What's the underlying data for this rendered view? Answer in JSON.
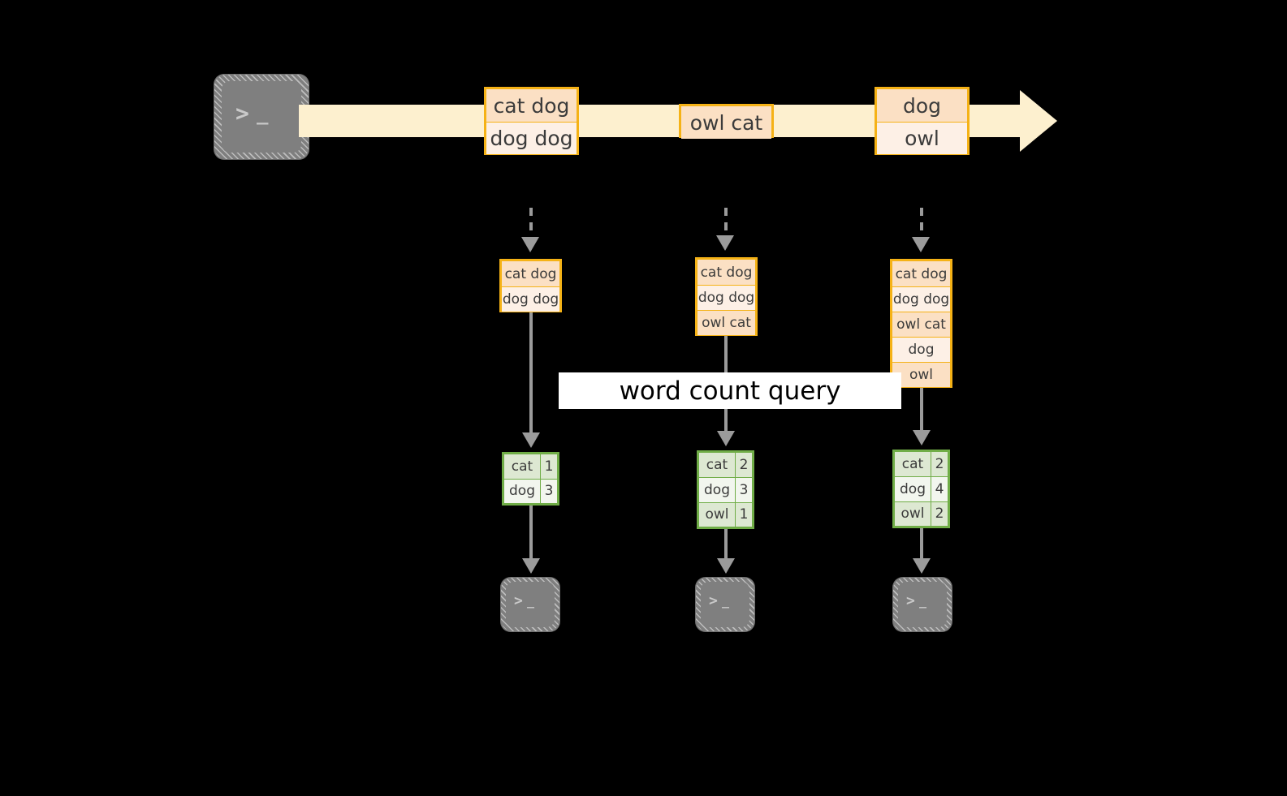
{
  "diagram": {
    "title": "word count query stream processing diagram",
    "colors": {
      "background": "#000000",
      "stream_fill": "#fdf0cf",
      "message_border": "#f5b216",
      "message_fill_light": "#fdf0e6",
      "message_fill_shade": "#fbe0c4",
      "table_border": "#70ad47",
      "table_fill_light": "#f2f6ee",
      "table_fill_shade": "#dde8d2",
      "arrow_gray": "#9b9b9b",
      "terminal_gray": "#7f7f7f",
      "banner_fill": "#ffffff",
      "banner_text": "#000000"
    },
    "source": {
      "icon": "terminal-icon",
      "glyph_prompt": ">",
      "glyph_cursor": "_"
    },
    "stream": {
      "label": "event-stream-arrow",
      "direction": "left-to-right"
    },
    "stream_messages": [
      {
        "id": "msg-group-1",
        "rows": [
          {
            "text": "cat dog",
            "shade": true
          },
          {
            "text": "dog dog",
            "shade": false
          }
        ]
      },
      {
        "id": "msg-group-2",
        "rows": [
          {
            "text": "owl cat",
            "shade": true
          }
        ]
      },
      {
        "id": "msg-group-3",
        "rows": [
          {
            "text": "dog",
            "shade": true
          },
          {
            "text": "owl",
            "shade": false
          }
        ]
      }
    ],
    "banner": {
      "text": "word count query"
    },
    "columns": [
      {
        "id": "snapshot-1",
        "state_rows": [
          {
            "text": "cat dog",
            "shade": true
          },
          {
            "text": "dog dog",
            "shade": false
          }
        ],
        "result_rows": [
          {
            "key": "cat",
            "value": "1",
            "shade": true
          },
          {
            "key": "dog",
            "value": "3",
            "shade": false
          }
        ],
        "sink": {
          "icon": "terminal-icon",
          "glyph_prompt": ">",
          "glyph_cursor": "_"
        }
      },
      {
        "id": "snapshot-2",
        "state_rows": [
          {
            "text": "cat dog",
            "shade": true
          },
          {
            "text": "dog dog",
            "shade": false
          },
          {
            "text": "owl cat",
            "shade": true
          }
        ],
        "result_rows": [
          {
            "key": "cat",
            "value": "2",
            "shade": true
          },
          {
            "key": "dog",
            "value": "3",
            "shade": false
          },
          {
            "key": "owl",
            "value": "1",
            "shade": true
          }
        ],
        "sink": {
          "icon": "terminal-icon",
          "glyph_prompt": ">",
          "glyph_cursor": "_"
        }
      },
      {
        "id": "snapshot-3",
        "state_rows": [
          {
            "text": "cat dog",
            "shade": true
          },
          {
            "text": "dog dog",
            "shade": false
          },
          {
            "text": "owl cat",
            "shade": true
          },
          {
            "text": "dog",
            "shade": false
          },
          {
            "text": "owl",
            "shade": true
          }
        ],
        "result_rows": [
          {
            "key": "cat",
            "value": "2",
            "shade": true
          },
          {
            "key": "dog",
            "value": "4",
            "shade": false
          },
          {
            "key": "owl",
            "value": "2",
            "shade": true
          }
        ],
        "sink": {
          "icon": "terminal-icon",
          "glyph_prompt": ">",
          "glyph_cursor": "_"
        }
      }
    ]
  }
}
